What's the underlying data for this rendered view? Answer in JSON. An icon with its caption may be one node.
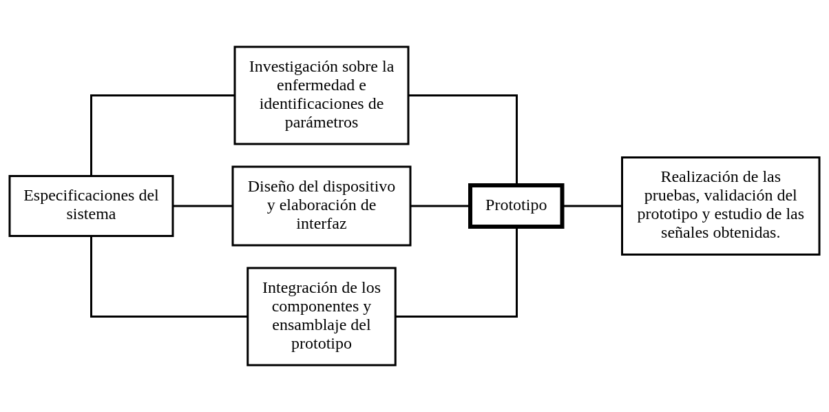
{
  "diagram": {
    "nodes": [
      {
        "text": [
          "Especificaciones del sistema"
        ]
      },
      {
        "text": [
          "Investigación sobre la enfermedad e identificaciones de parámetros"
        ]
      },
      {
        "text": [
          "Diseño del dispositivo y elaboración de interfaz"
        ]
      },
      {
        "text": [
          "Integración de los componentes y ensamblaje del prototipo"
        ]
      },
      {
        "text": [
          "Prototipo"
        ]
      },
      {
        "text": [
          "Realización de las pruebas, validación del prototipo y estudio de las señales obtenidas."
        ]
      }
    ],
    "edges": [
      {
        "from": 0,
        "to": 1,
        "arrow": "none"
      },
      {
        "from": 0,
        "to": 2,
        "arrow": "none"
      },
      {
        "from": 0,
        "to": 3,
        "arrow": "none"
      },
      {
        "from": 1,
        "to": 4,
        "arrow": "none"
      },
      {
        "from": 2,
        "to": 4,
        "arrow": "none"
      },
      {
        "from": 3,
        "to": 4,
        "arrow": "none"
      },
      {
        "from": 4,
        "to": 5,
        "arrow": "none"
      }
    ]
  }
}
